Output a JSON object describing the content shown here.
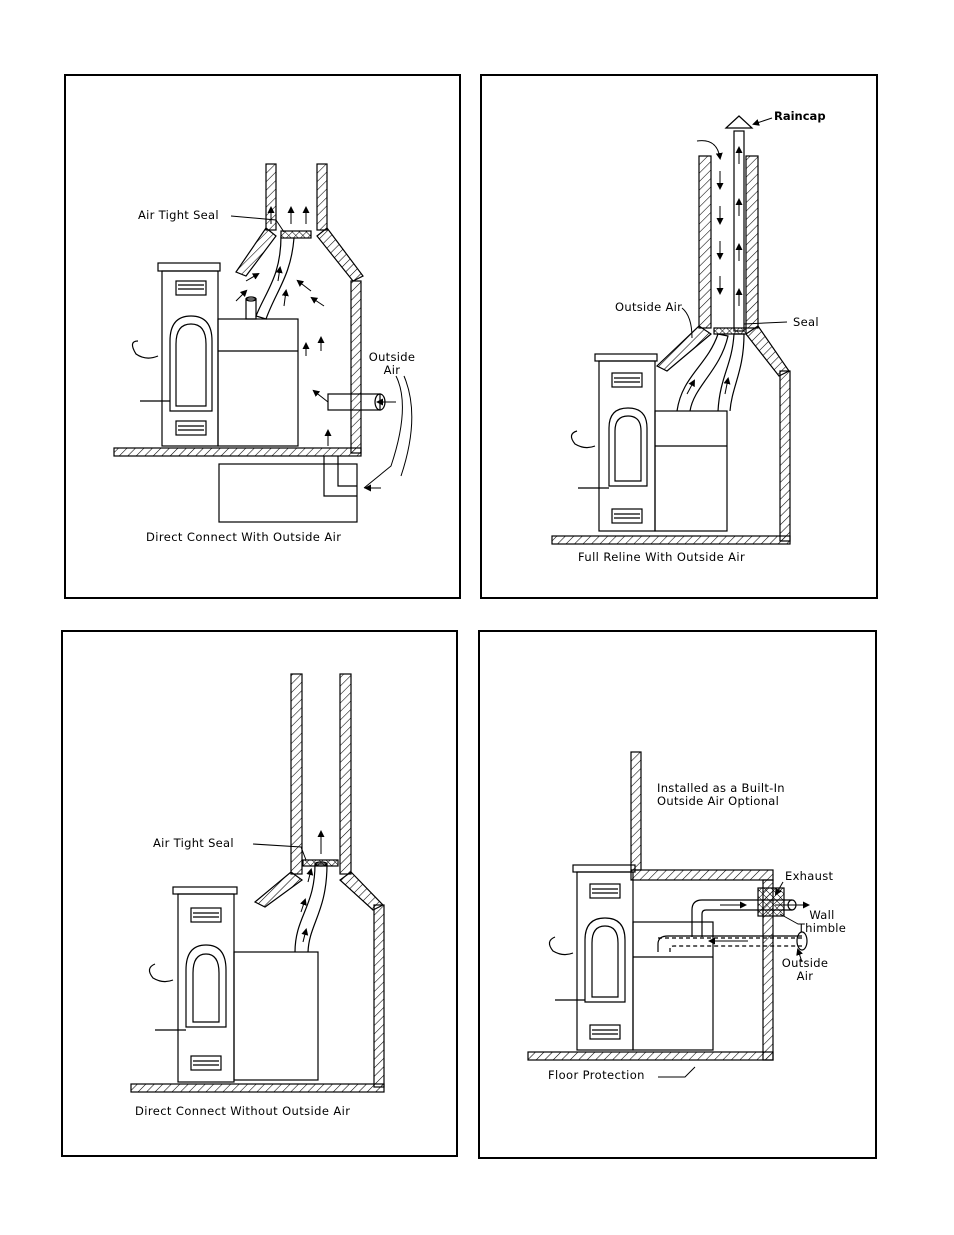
{
  "panels": {
    "top_left": {
      "caption": "Direct Connect With Outside Air",
      "air_tight_seal": "Air Tight Seal",
      "outside_air": "Outside\nAir"
    },
    "top_right": {
      "caption": "Full Reline With Outside Air",
      "raincap": "Raincap",
      "outside_air": "Outside Air",
      "seal": "Seal"
    },
    "bottom_left": {
      "caption": "Direct Connect Without Outside Air",
      "air_tight_seal": "Air Tight Seal"
    },
    "bottom_right": {
      "caption": "Floor Protection",
      "installed_note": "Installed as a Built-In\nOutside Air Optional",
      "exhaust": "Exhaust",
      "wall_thimble": "Wall\nThimble",
      "outside_air": "Outside\nAir"
    }
  }
}
